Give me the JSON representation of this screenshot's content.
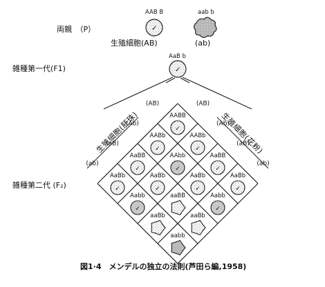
{
  "labels": {
    "parents": "両親　（P）",
    "gamete": "生殖細胞(AB)",
    "gamete_ab": "(ab)",
    "f1": "雑種第一代(F1)",
    "f2": "雑種第二代 (F₂)",
    "female_side": "生殖細胞(胚珠)",
    "male_side": "生殖細胞(花粉)",
    "caption": "図1·4　メンデルの独立の法則(芦田ら編,1958)"
  },
  "parents": {
    "left": "AAB B",
    "right": "aab b",
    "f1": "AaB b"
  },
  "gamete_labels": {
    "left": [
      "(AB)",
      "(Ab)",
      "(aB)",
      "(ab)"
    ],
    "right": [
      "(AB)",
      "(Ab)",
      "(aB)",
      "(ab)"
    ]
  },
  "grid": [
    [
      "AABB",
      "AABb",
      "AaBB",
      "AaBb"
    ],
    [
      "AABb",
      "AAbb",
      "AaBb",
      "Aabb"
    ],
    [
      "AaBB",
      "AaBb",
      "aaBB",
      "aaBb"
    ],
    [
      "AaBb",
      "Aabb",
      "aaBb",
      "aabb"
    ]
  ],
  "legend_colors": {
    "round_yellow": "#ffffff",
    "round_green": "#c8c8c8",
    "wrinkled_green": "#b8b8b8"
  }
}
